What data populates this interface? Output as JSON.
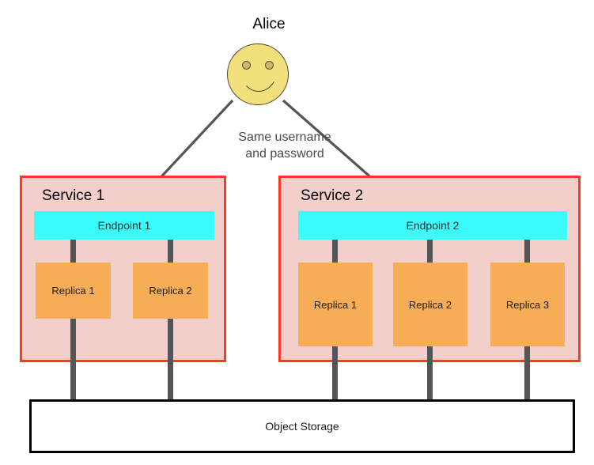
{
  "diagram": {
    "title_actor": "Alice",
    "flow_label_line1": "Same username",
    "flow_label_line2": "and password",
    "colors": {
      "service_border": "#FF3823",
      "service_fill": "#F3CFCB",
      "endpoint_fill": "#3BFCFC",
      "replica_fill": "#F6AD55",
      "connector": "#555555",
      "storage_border": "#000000",
      "face_fill": "#F2E07D",
      "arrow": "#555555"
    }
  },
  "actor": {
    "name": "Alice",
    "face_icon": "smiley-face-icon"
  },
  "services": [
    {
      "title": "Service 1",
      "endpoint": "Endpoint 1",
      "replicas": [
        {
          "label": "Replica 1"
        },
        {
          "label": "Replica 2"
        }
      ]
    },
    {
      "title": "Service 2",
      "endpoint": "Endpoint 2",
      "replicas": [
        {
          "label": "Replica 1"
        },
        {
          "label": "Replica 2"
        },
        {
          "label": "Replica 3"
        }
      ]
    }
  ],
  "storage": {
    "label": "Object Storage"
  }
}
